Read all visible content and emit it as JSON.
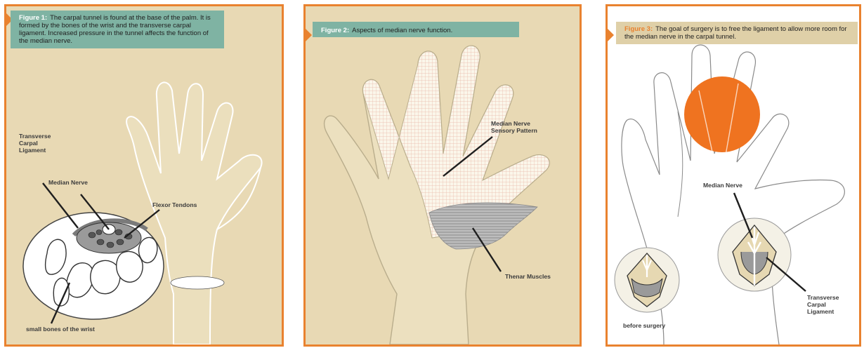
{
  "panel1": {
    "fig_label": "Figure 1:",
    "caption": "The carpal tunnel is found at the base of the palm. It is formed by the bones of the wrist and the transverse carpal ligament. Increased pressure in the tunnel affects the function of the median nerve.",
    "labels": {
      "ligament": "Transverse\nCarpal\nLigament",
      "nerve": "Median Nerve",
      "tendons": "Flexor Tendons",
      "bones": "small bones of the wrist"
    }
  },
  "panel2": {
    "fig_label": "Figure 2:",
    "caption": "Aspects of median nerve function.",
    "labels": {
      "sensory": "Median Nerve\nSensory Pattern",
      "thenar": "Thenar Muscles"
    }
  },
  "panel3": {
    "fig_label": "Figure 3:",
    "caption": "The goal of surgery is to free the ligament to allow more room for the median nerve in the carpal tunnel.",
    "labels": {
      "nerve": "Median Nerve",
      "ligament": "Transverse\nCarpal\nLigament",
      "before": "before surgery"
    }
  },
  "colors": {
    "border_orange": "#e9822f",
    "panel_tan": "#e8d9b4",
    "caption_teal": "#7fb3a3",
    "caption_tan": "#dfd0a8",
    "grid_pink": "#e9b8a8",
    "muscle_gray": "#9a9a9a",
    "circle_orange": "#ef7320"
  }
}
